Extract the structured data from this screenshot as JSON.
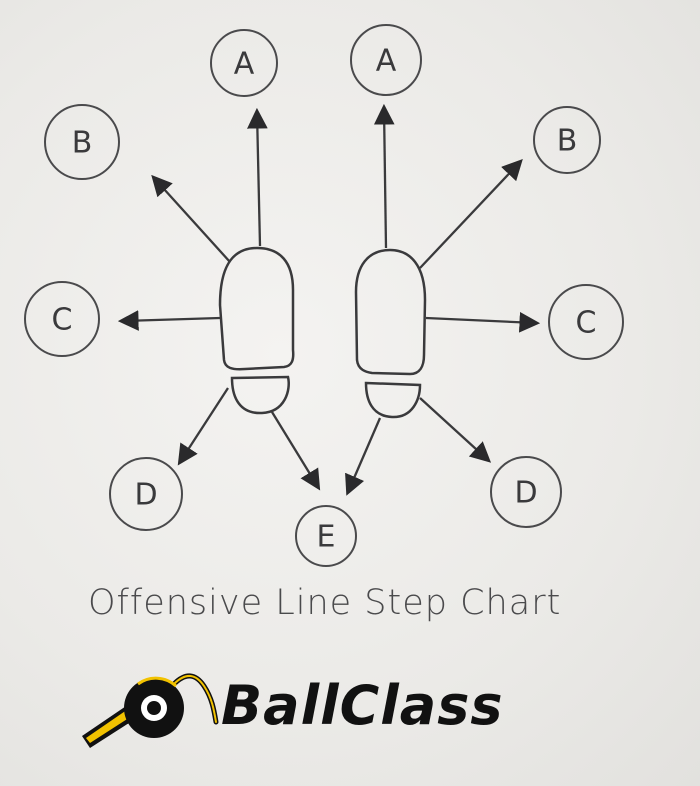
{
  "diagram": {
    "labels": {
      "left_a": "A",
      "left_b": "B",
      "left_c": "C",
      "left_d": "D",
      "center_e": "E",
      "right_a": "A",
      "right_b": "B",
      "right_c": "C",
      "right_d": "D"
    },
    "caption": "Offensive Line Step Chart"
  },
  "brand": {
    "name": "BallClass",
    "icon": "whistle-icon",
    "colors": {
      "text": "#111111",
      "whistle": "#111111",
      "accent": "#f2c200"
    }
  }
}
